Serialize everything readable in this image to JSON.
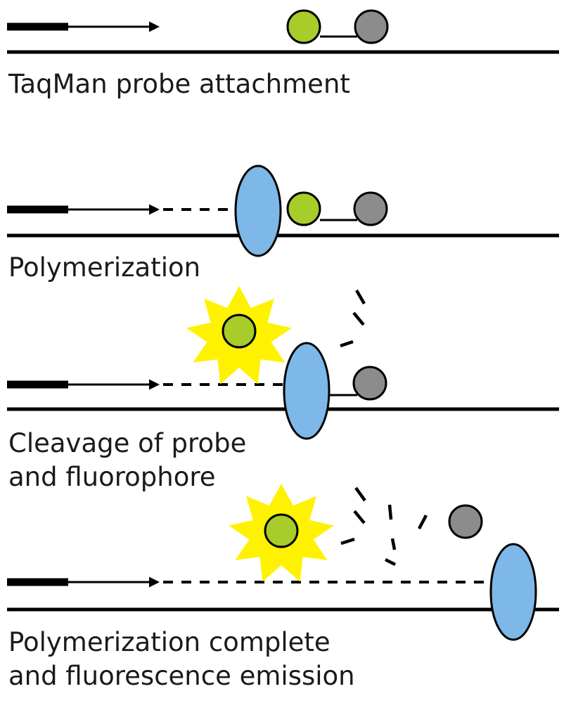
{
  "colors": {
    "background": "#ffffff",
    "strand": "#000000",
    "fluorophore": "#a8cc2a",
    "quencher": "#8c8c8c",
    "polymerase": "#7db8e8",
    "burst": "#fff200"
  },
  "steps": [
    {
      "caption_lines": [
        "TaqMan probe attachment"
      ]
    },
    {
      "caption_lines": [
        "Polymerization"
      ]
    },
    {
      "caption_lines": [
        "Cleavage of probe",
        "and fluorophore"
      ]
    },
    {
      "caption_lines": [
        "Polymerization complete",
        "and fluorescence emission"
      ]
    }
  ]
}
